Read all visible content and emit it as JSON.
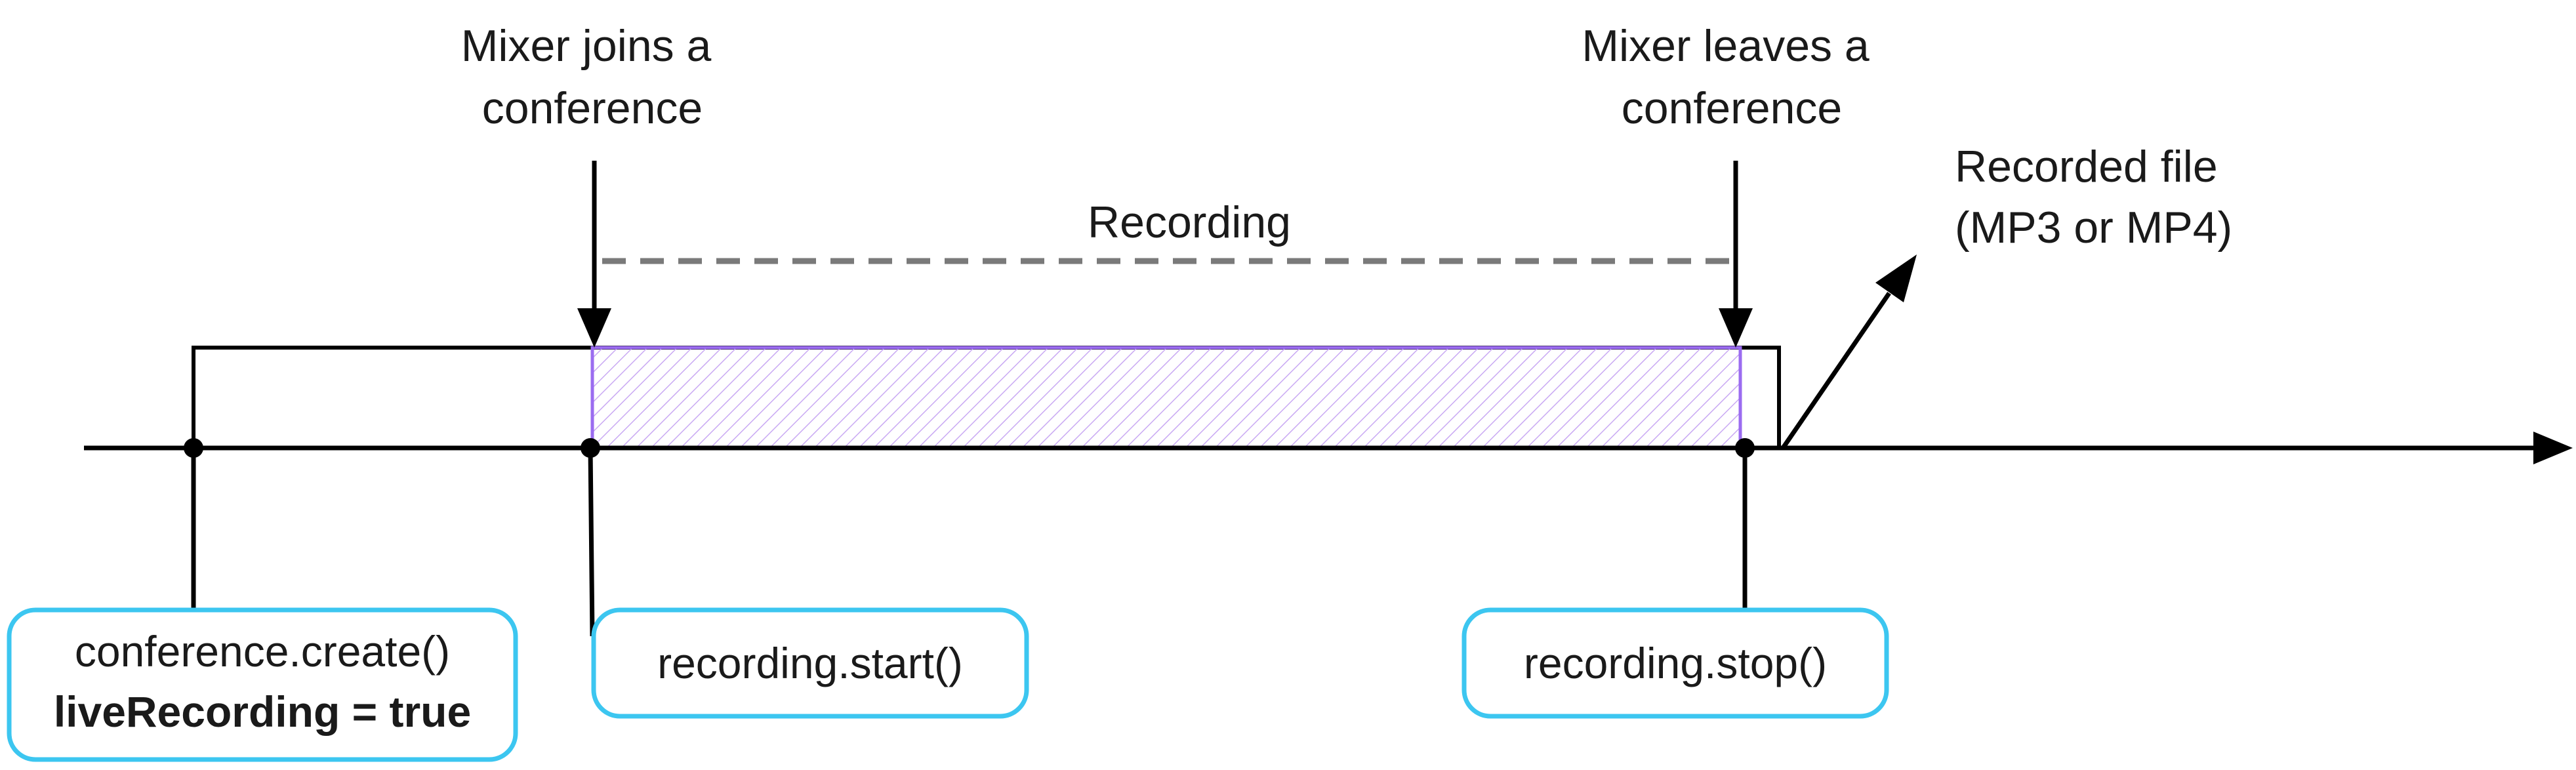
{
  "annotations": {
    "mixer_joins": [
      "Mixer joins a",
      "conference"
    ],
    "mixer_leaves": [
      "Mixer leaves a",
      "conference"
    ],
    "recording": "Recording",
    "recorded_file": [
      "Recorded file",
      "(MP3 or MP4)"
    ]
  },
  "callouts": {
    "create": {
      "line1": "conference.create()",
      "line2": "liveRecording = true"
    },
    "start": {
      "line1": "recording.start()"
    },
    "stop": {
      "line1": "recording.stop()"
    }
  },
  "colors": {
    "line": "#000000",
    "dashed": "#7a7a7a",
    "recording_border": "#9b6cf0",
    "recording_hatch": "#c9a9f3",
    "callout_border": "#3cc6f0"
  }
}
